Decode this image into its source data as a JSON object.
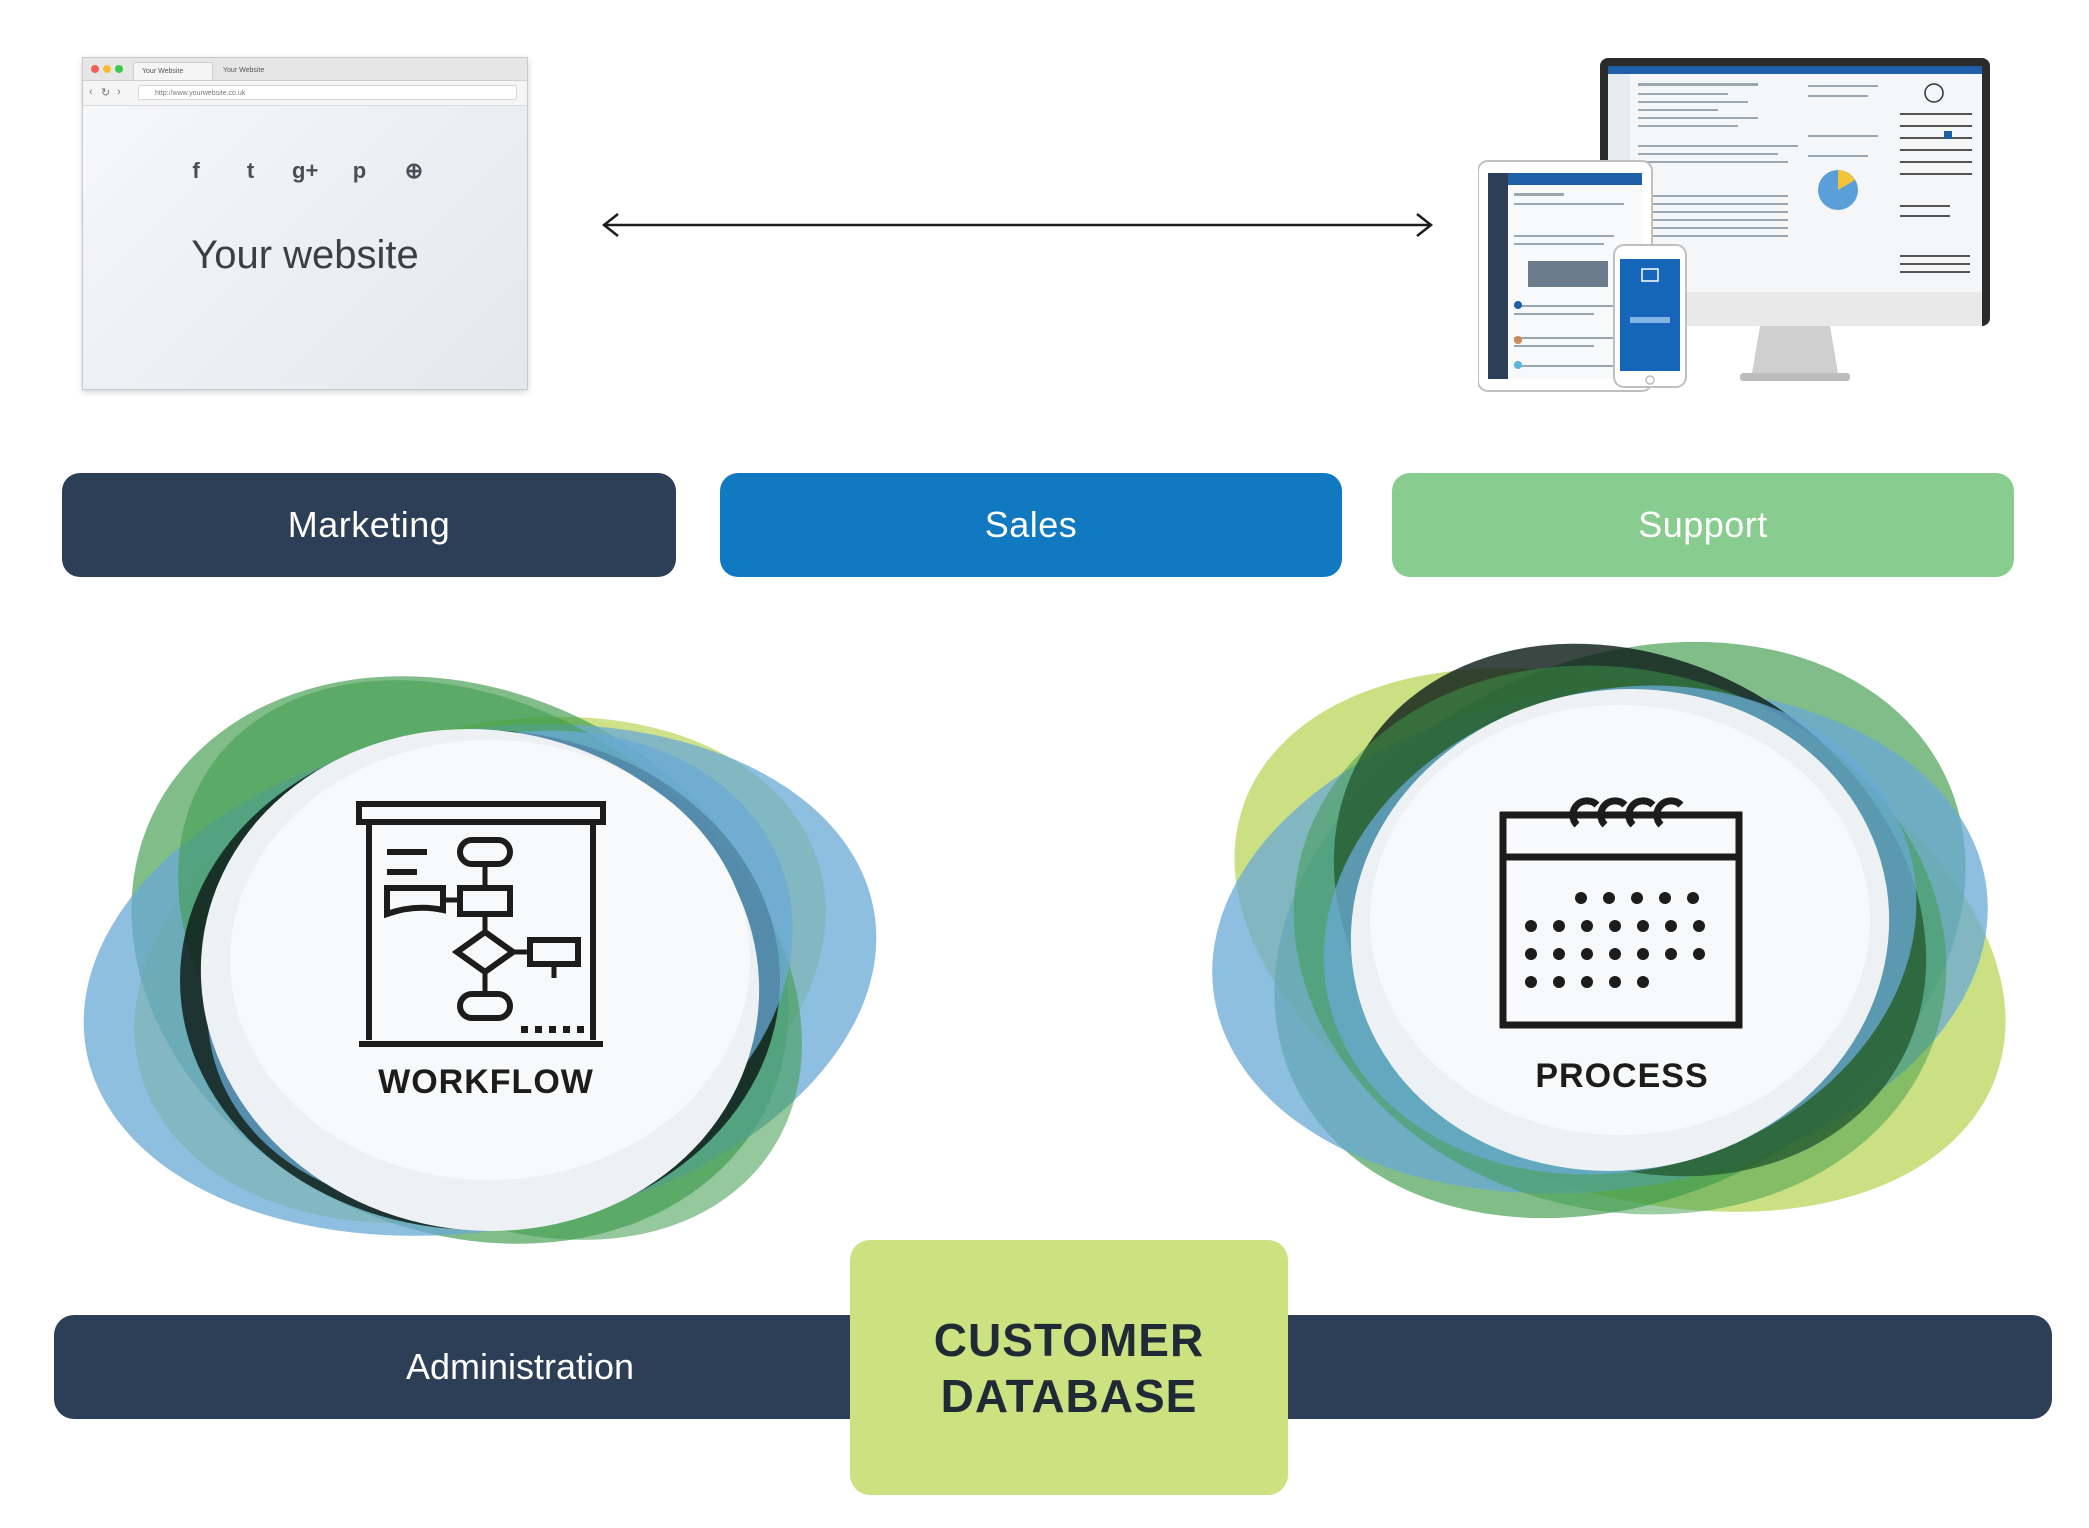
{
  "browser": {
    "tabs": [
      "Your Website",
      "Your Website"
    ],
    "url": "http://www.yourwebsite.co.uk",
    "social_icons": [
      "facebook-icon",
      "twitter-icon",
      "google-plus-icon",
      "pinterest-icon",
      "dribbble-icon"
    ],
    "social_glyphs": [
      "f",
      "t",
      "g+",
      "p",
      "⊕"
    ],
    "title": "Your website"
  },
  "pills": {
    "marketing": "Marketing",
    "sales": "Sales",
    "support": "Support"
  },
  "blobs": {
    "workflow": "WORKFLOW",
    "process": "PROCESS"
  },
  "bottom": {
    "administration": "Administration",
    "database_line1": "CUSTOMER",
    "database_line2": "DATABASE"
  },
  "colors": {
    "navy": "#2d3e57",
    "blue": "#1179bf",
    "green": "#88cc8f",
    "lime": "#cce180",
    "blob_blue": "#6aaad6",
    "blob_green": "#3e9a4a",
    "blob_dark": "#0f1f1a",
    "blob_lime": "#b9d65a"
  }
}
